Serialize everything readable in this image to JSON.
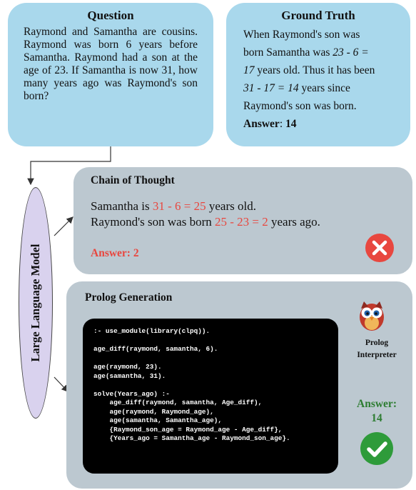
{
  "question": {
    "title": "Question",
    "text": "Raymond and Samantha are cousins. Raymond was born 6 years before Samantha. Raymond had a son at the age of 23. If Samantha is now 31, how many years ago was Raymond's son born?"
  },
  "ground_truth": {
    "title": "Ground Truth",
    "line1": "When Raymond's son was",
    "line2": "born Samantha was ",
    "calc1": "23 - 6 =",
    "calc1b": "17",
    "line3": " years old. Thus it has been",
    "calc2": "31 - 17 = 14",
    "line4": " years since",
    "line5": "Raymond's son was born.",
    "answer_label": "Answer",
    "answer_sep": ": ",
    "answer_value": "14"
  },
  "llm": {
    "label": "Large Language Model"
  },
  "chain_of_thought": {
    "title": "Chain of Thought",
    "line1_pre": "Samantha is ",
    "line1_calc": "31 - 6 = 25",
    "line1_post": " years old.",
    "line2_pre": "Raymond's son was born ",
    "line2_calc": "25 - 23 = 2",
    "line2_post": " years ago.",
    "answer": "Answer: 2"
  },
  "prolog": {
    "title": "Prolog Generation",
    "code": [
      ":- use_module(library(clpq)).",
      "",
      "age_diff(raymond, samantha, 6).",
      "",
      "age(raymond, 23).",
      "age(samantha, 31).",
      "",
      "solve(Years_ago) :-",
      "    age_diff(raymond, samantha, Age_diff),",
      "    age(raymond, Raymond_age),",
      "    age(samantha, Samantha_age),",
      "    {Raymond_son_age = Raymond_age - Age_diff},",
      "    {Years_ago = Samantha_age - Raymond_son_age}."
    ],
    "interpreter_line1": "Prolog",
    "interpreter_line2": "Interpreter",
    "answer_line1": "Answer:",
    "answer_line2": "14"
  },
  "icons": {
    "wrong": "cross-circle-icon",
    "correct": "check-circle-icon",
    "interpreter": "owl-icon"
  },
  "colors": {
    "box_blue": "#a9d8ec",
    "box_gray": "#bcc8d0",
    "llm_fill": "#d9d2ee",
    "wrong_red": "#e8473f",
    "correct_green": "#2e7d32"
  }
}
